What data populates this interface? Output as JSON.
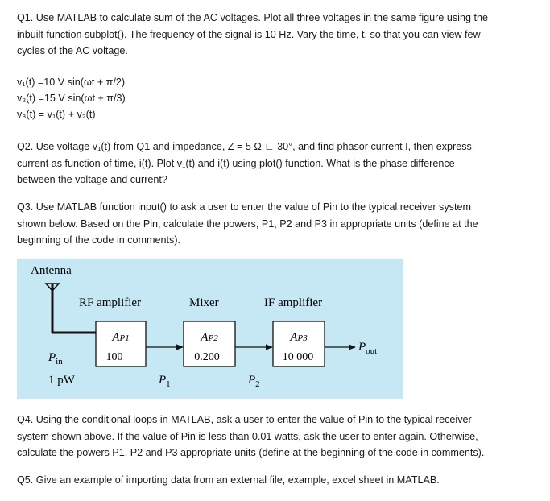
{
  "q1": {
    "lines": [
      "Q1. Use MATLAB to calculate sum of the AC voltages. Plot all three voltages in the same figure using the",
      "inbuilt function subplot(). The frequency of the signal is 10 Hz. Vary the time, t, so that you can view few",
      "cycles of the AC voltage."
    ],
    "equations": [
      "v₁(t) =10 V sin(ωt + π/2)",
      "v₂(t) =15 V sin(ωt + π/3)",
      "v₃(t) = v₁(t) + v₂(t)"
    ]
  },
  "q2": {
    "lines": [
      "Q2. Use voltage v₁(t) from Q1 and impedance, Z = 5 Ω ∟ 30°, and find phasor current I, then express",
      "current as function of time, i(t). Plot v₁(t) and i(t) using plot() function. What is the phase difference",
      "between the voltage and current?"
    ]
  },
  "q3": {
    "lines": [
      "Q3. Use MATLAB function input() to ask a user to enter the value of Pin to the typical receiver system",
      "shown below. Based on the Pin, calculate the powers, P1, P2 and P3 in appropriate units (define at the",
      "beginning of the code in comments)."
    ]
  },
  "diagram": {
    "antenna_label": "Antenna",
    "stages": [
      {
        "title": "RF amplifier",
        "gain": "AP1",
        "value": "100"
      },
      {
        "title": "Mixer",
        "gain": "AP2",
        "value": "0.200"
      },
      {
        "title": "IF amplifier",
        "gain": "AP3",
        "value": "10 000"
      }
    ],
    "pin_label": "Pin",
    "pin_value": "1 pW",
    "p1_label": "P1",
    "p2_label": "P2",
    "pout_label": "Pout",
    "colors": {
      "background": "#c6e8f4",
      "box": "#ffffff",
      "line": "#111111"
    }
  },
  "q4": {
    "lines": [
      "Q4. Using the conditional loops in MATLAB, ask a user to enter the value of Pin to the typical receiver",
      "system shown above. If the value of Pin is less than 0.01 watts, ask the user to enter again. Otherwise,",
      "calculate the powers P1, P2 and P3 appropriate units (define at the beginning of the code in comments)."
    ]
  },
  "q5": {
    "lines": [
      "Q5. Give an example of importing data from an external file, example, excel sheet in MATLAB."
    ]
  }
}
